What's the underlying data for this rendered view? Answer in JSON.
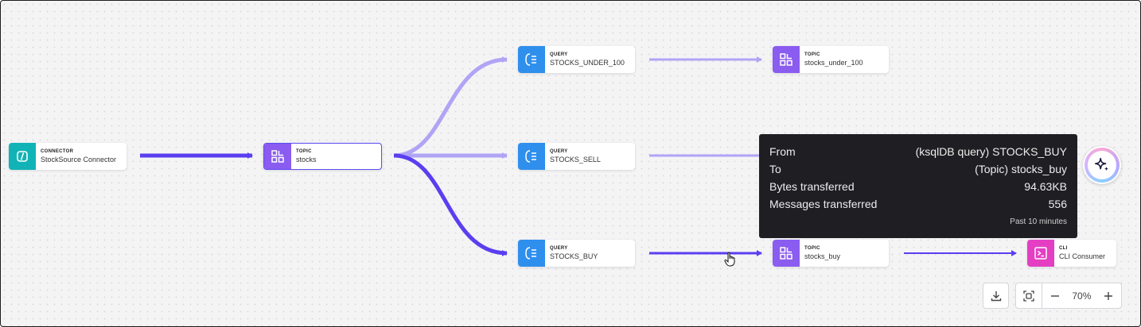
{
  "nodes": {
    "connector": {
      "kind": "CONNECTOR",
      "label": "StockSource Connector"
    },
    "topic_stocks": {
      "kind": "TOPIC",
      "label": "stocks"
    },
    "query_under_100": {
      "kind": "QUERY",
      "label": "STOCKS_UNDER_100"
    },
    "query_sell": {
      "kind": "QUERY",
      "label": "STOCKS_SELL"
    },
    "query_buy": {
      "kind": "QUERY",
      "label": "STOCKS_BUY"
    },
    "topic_under_100": {
      "kind": "TOPIC",
      "label": "stocks_under_100"
    },
    "topic_buy": {
      "kind": "TOPIC",
      "label": "stocks_buy"
    },
    "cli": {
      "kind": "CLI",
      "label": "CLI Consumer"
    }
  },
  "tooltip": {
    "from_label": "From",
    "from_value": "(ksqlDB query) STOCKS_BUY",
    "to_label": "To",
    "to_value": "(Topic) stocks_buy",
    "bytes_label": "Bytes transferred",
    "bytes_value": "94.63KB",
    "messages_label": "Messages transferred",
    "messages_value": "556",
    "period": "Past 10 minutes"
  },
  "controls": {
    "zoom_level": "70%",
    "download_icon": "download-icon",
    "fit_icon": "fit-view-icon",
    "zoom_out_icon": "minus-icon",
    "zoom_in_icon": "plus-icon",
    "ai_icon": "sparkle-icon"
  },
  "colors": {
    "edge_active": "#5a3ff0",
    "edge_inactive": "#b0a4f5",
    "connector": "#12b3b6",
    "topic": "#8a5cf0",
    "query": "#2f8fed",
    "cli": "#e43fc3",
    "tooltip_bg": "#1f1f23"
  }
}
